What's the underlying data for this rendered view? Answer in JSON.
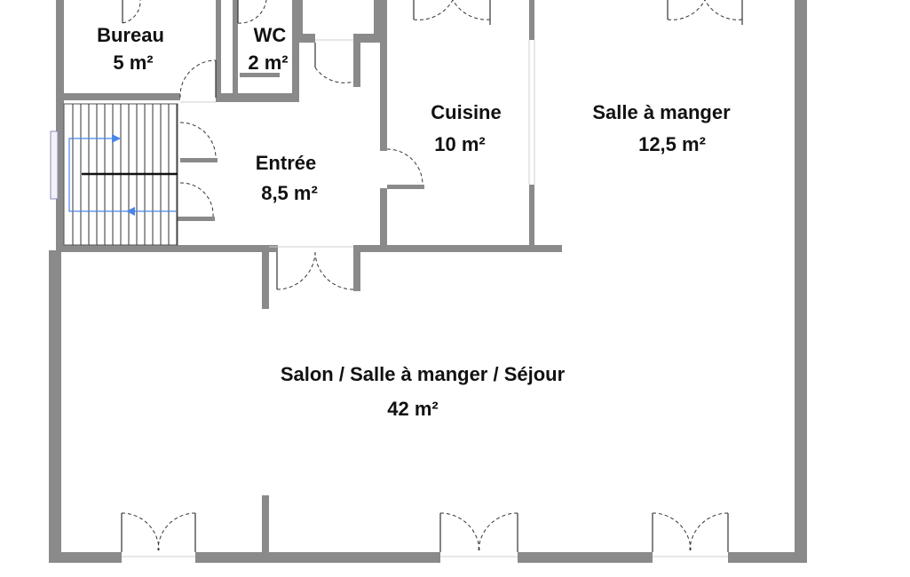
{
  "rooms": {
    "bureau": {
      "name": "Bureau",
      "area": "5 m²"
    },
    "wc": {
      "name": "WC",
      "area": "2 m²"
    },
    "cuisine": {
      "name": "Cuisine",
      "area": "10 m²"
    },
    "salle_a_manger": {
      "name": "Salle à manger",
      "area": "12,5 m²"
    },
    "entree": {
      "name": "Entrée",
      "area": "8,5 m²"
    },
    "salon": {
      "name": "Salon / Salle à manger / Séjour",
      "area": "42 m²"
    }
  },
  "colors": {
    "wall": "#8a8a8a",
    "arrow": "#4a86e8",
    "text": "#111111"
  }
}
